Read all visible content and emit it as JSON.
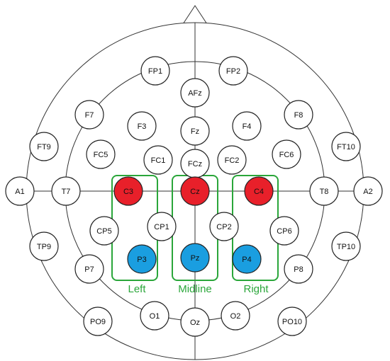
{
  "colors": {
    "red": "#e8202a",
    "blue": "#1a9ee0",
    "white": "#ffffff",
    "green": "#2aa63a"
  },
  "electrodes": [
    {
      "id": "FP1",
      "label": "FP1",
      "fill": "white"
    },
    {
      "id": "FP2",
      "label": "FP2",
      "fill": "white"
    },
    {
      "id": "AFz",
      "label": "AFz",
      "fill": "white"
    },
    {
      "id": "F7",
      "label": "F7",
      "fill": "white"
    },
    {
      "id": "F3",
      "label": "F3",
      "fill": "white"
    },
    {
      "id": "Fz",
      "label": "Fz",
      "fill": "white"
    },
    {
      "id": "F4",
      "label": "F4",
      "fill": "white"
    },
    {
      "id": "F8",
      "label": "F8",
      "fill": "white"
    },
    {
      "id": "FT9",
      "label": "FT9",
      "fill": "white"
    },
    {
      "id": "FC5",
      "label": "FC5",
      "fill": "white"
    },
    {
      "id": "FC1",
      "label": "FC1",
      "fill": "white"
    },
    {
      "id": "FCz",
      "label": "FCz",
      "fill": "white"
    },
    {
      "id": "FC2",
      "label": "FC2",
      "fill": "white"
    },
    {
      "id": "FC6",
      "label": "FC6",
      "fill": "white"
    },
    {
      "id": "FT10",
      "label": "FT10",
      "fill": "white"
    },
    {
      "id": "A1",
      "label": "A1",
      "fill": "white"
    },
    {
      "id": "T7",
      "label": "T7",
      "fill": "white"
    },
    {
      "id": "C3",
      "label": "C3",
      "fill": "red"
    },
    {
      "id": "Cz",
      "label": "Cz",
      "fill": "red"
    },
    {
      "id": "C4",
      "label": "C4",
      "fill": "red"
    },
    {
      "id": "T8",
      "label": "T8",
      "fill": "white"
    },
    {
      "id": "A2",
      "label": "A2",
      "fill": "white"
    },
    {
      "id": "TP9",
      "label": "TP9",
      "fill": "white"
    },
    {
      "id": "CP5",
      "label": "CP5",
      "fill": "white"
    },
    {
      "id": "CP1",
      "label": "CP1",
      "fill": "white"
    },
    {
      "id": "CP2",
      "label": "CP2",
      "fill": "white"
    },
    {
      "id": "CP6",
      "label": "CP6",
      "fill": "white"
    },
    {
      "id": "TP10",
      "label": "TP10",
      "fill": "white"
    },
    {
      "id": "P7",
      "label": "P7",
      "fill": "white"
    },
    {
      "id": "P3",
      "label": "P3",
      "fill": "blue"
    },
    {
      "id": "Pz",
      "label": "Pz",
      "fill": "blue"
    },
    {
      "id": "P4",
      "label": "P4",
      "fill": "blue"
    },
    {
      "id": "P8",
      "label": "P8",
      "fill": "white"
    },
    {
      "id": "PO9",
      "label": "PO9",
      "fill": "white"
    },
    {
      "id": "O1",
      "label": "O1",
      "fill": "white"
    },
    {
      "id": "Oz",
      "label": "Oz",
      "fill": "white"
    },
    {
      "id": "O2",
      "label": "O2",
      "fill": "white"
    },
    {
      "id": "PO10",
      "label": "PO10",
      "fill": "white"
    }
  ],
  "groups": [
    {
      "id": "left",
      "label": "Left"
    },
    {
      "id": "midline",
      "label": "Midline"
    },
    {
      "id": "right",
      "label": "Right"
    }
  ]
}
